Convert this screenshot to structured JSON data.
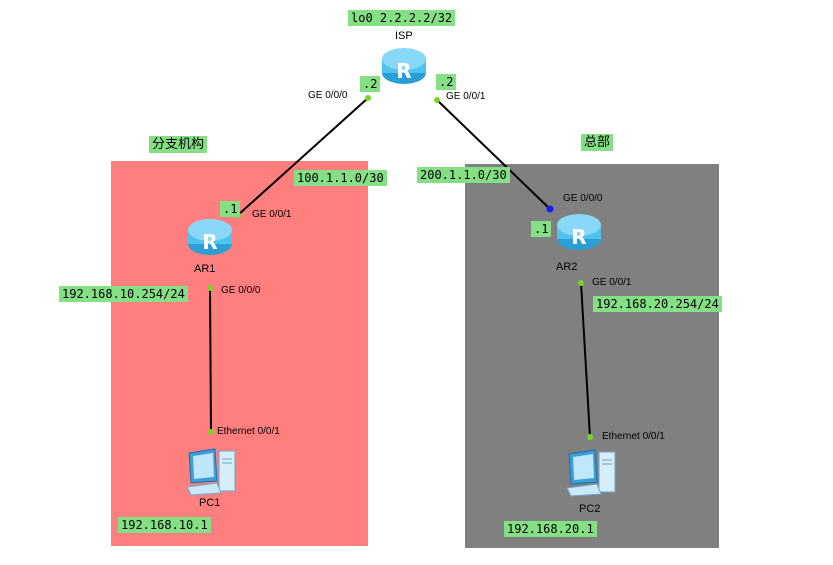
{
  "zones": {
    "branch": {
      "title": "分支机构",
      "color": "#ff7f7f"
    },
    "hq": {
      "title": "总部",
      "color": "#808080"
    }
  },
  "devices": {
    "isp": {
      "name": "ISP",
      "loopback": "lo0 2.2.2.2/32",
      "icon": "router-icon"
    },
    "ar1": {
      "name": "AR1",
      "icon": "router-icon"
    },
    "ar2": {
      "name": "AR2",
      "icon": "router-icon"
    },
    "pc1": {
      "name": "PC1",
      "ip": "192.168.10.1",
      "icon": "pc-icon"
    },
    "pc2": {
      "name": "PC2",
      "ip": "192.168.20.1",
      "icon": "pc-icon"
    }
  },
  "interfaces": {
    "isp_g000": {
      "port": "GE 0/0/0",
      "host": ".2"
    },
    "isp_g001": {
      "port": "GE 0/0/1",
      "host": ".2"
    },
    "ar1_g001": {
      "port": "GE 0/0/1",
      "host": ".1"
    },
    "ar1_g000": {
      "port": "GE 0/0/0",
      "ip": "192.168.10.254/24"
    },
    "ar2_g000": {
      "port": "GE 0/0/0",
      "host": ".1"
    },
    "ar2_g001": {
      "port": "GE 0/0/1",
      "ip": "192.168.20.254/24"
    },
    "pc1_eth": {
      "port": "Ethernet 0/0/1"
    },
    "pc2_eth": {
      "port": "Ethernet 0/0/1"
    }
  },
  "subnets": {
    "isp_ar1": "100.1.1.0/30",
    "isp_ar2": "200.1.1.0/30"
  },
  "colors": {
    "label_bg": "#85e085",
    "port_dot": "#7dd321",
    "port_dot_alt": "#1a1aff",
    "router_body": "#4fc3f0"
  }
}
